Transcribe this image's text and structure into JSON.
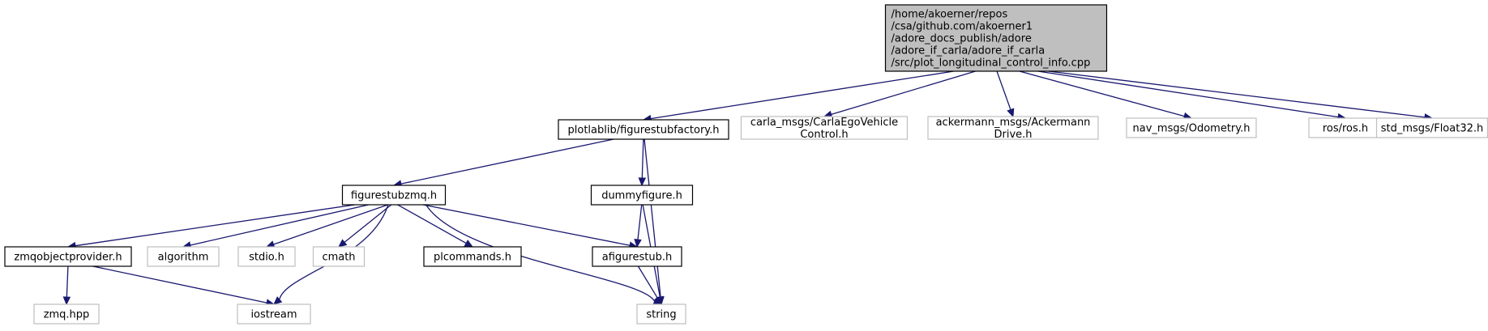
{
  "colors": {
    "background": "#ffffff",
    "root_fill": "#bfbfbf",
    "documented_stroke": "#000000",
    "external_stroke": "#bfbfbf",
    "external_text": "#7f7f7f",
    "edge": "#191970"
  },
  "graph": {
    "nodes": [
      {
        "id": "root",
        "kind": "root",
        "lines": [
          "/home/akoerner/repos",
          "/csa/github.com/akoerner1",
          "/adore_docs_publish/adore",
          "/adore_if_carla/adore_if_carla",
          "/src/plot_longitudinal_control_info.cpp"
        ]
      },
      {
        "id": "figurestubfactory",
        "kind": "documented",
        "lines": [
          "plotlablib/figurestubfactory.h"
        ]
      },
      {
        "id": "carla_msgs",
        "kind": "external",
        "lines": [
          "carla_msgs/CarlaEgoVehicle",
          "Control.h"
        ]
      },
      {
        "id": "ackermann_msgs",
        "kind": "external",
        "lines": [
          "ackermann_msgs/Ackermann",
          "Drive.h"
        ]
      },
      {
        "id": "odometry",
        "kind": "external",
        "lines": [
          "nav_msgs/Odometry.h"
        ]
      },
      {
        "id": "ros",
        "kind": "external",
        "lines": [
          "ros/ros.h"
        ]
      },
      {
        "id": "float32",
        "kind": "external",
        "lines": [
          "std_msgs/Float32.h"
        ]
      },
      {
        "id": "figurestubzmq",
        "kind": "documented",
        "lines": [
          "figurestubzmq.h"
        ]
      },
      {
        "id": "dummyfigure",
        "kind": "documented",
        "lines": [
          "dummyfigure.h"
        ]
      },
      {
        "id": "zmqobjectprovider",
        "kind": "documented",
        "lines": [
          "zmqobjectprovider.h"
        ]
      },
      {
        "id": "algorithm",
        "kind": "external",
        "lines": [
          "algorithm"
        ]
      },
      {
        "id": "stdio",
        "kind": "external",
        "lines": [
          "stdio.h"
        ]
      },
      {
        "id": "cmath",
        "kind": "external",
        "lines": [
          "cmath"
        ]
      },
      {
        "id": "plcommands",
        "kind": "documented",
        "lines": [
          "plcommands.h"
        ]
      },
      {
        "id": "afigurestub",
        "kind": "documented",
        "lines": [
          "afigurestub.h"
        ]
      },
      {
        "id": "zmq_hpp",
        "kind": "external",
        "lines": [
          "zmq.hpp"
        ]
      },
      {
        "id": "iostream",
        "kind": "external",
        "lines": [
          "iostream"
        ]
      },
      {
        "id": "string",
        "kind": "external",
        "lines": [
          "string"
        ]
      }
    ],
    "edges": [
      {
        "from": "root",
        "to": "figurestubfactory"
      },
      {
        "from": "root",
        "to": "carla_msgs"
      },
      {
        "from": "root",
        "to": "ackermann_msgs"
      },
      {
        "from": "root",
        "to": "odometry"
      },
      {
        "from": "root",
        "to": "ros"
      },
      {
        "from": "root",
        "to": "float32"
      },
      {
        "from": "figurestubfactory",
        "to": "figurestubzmq"
      },
      {
        "from": "figurestubfactory",
        "to": "dummyfigure"
      },
      {
        "from": "figurestubfactory",
        "to": "string"
      },
      {
        "from": "figurestubzmq",
        "to": "zmqobjectprovider"
      },
      {
        "from": "figurestubzmq",
        "to": "algorithm"
      },
      {
        "from": "figurestubzmq",
        "to": "stdio"
      },
      {
        "from": "figurestubzmq",
        "to": "cmath"
      },
      {
        "from": "figurestubzmq",
        "to": "iostream"
      },
      {
        "from": "figurestubzmq",
        "to": "plcommands"
      },
      {
        "from": "figurestubzmq",
        "to": "afigurestub"
      },
      {
        "from": "figurestubzmq",
        "to": "string"
      },
      {
        "from": "dummyfigure",
        "to": "afigurestub"
      },
      {
        "from": "dummyfigure",
        "to": "string"
      },
      {
        "from": "zmqobjectprovider",
        "to": "zmq_hpp"
      },
      {
        "from": "zmqobjectprovider",
        "to": "iostream"
      },
      {
        "from": "afigurestub",
        "to": "string"
      }
    ]
  }
}
